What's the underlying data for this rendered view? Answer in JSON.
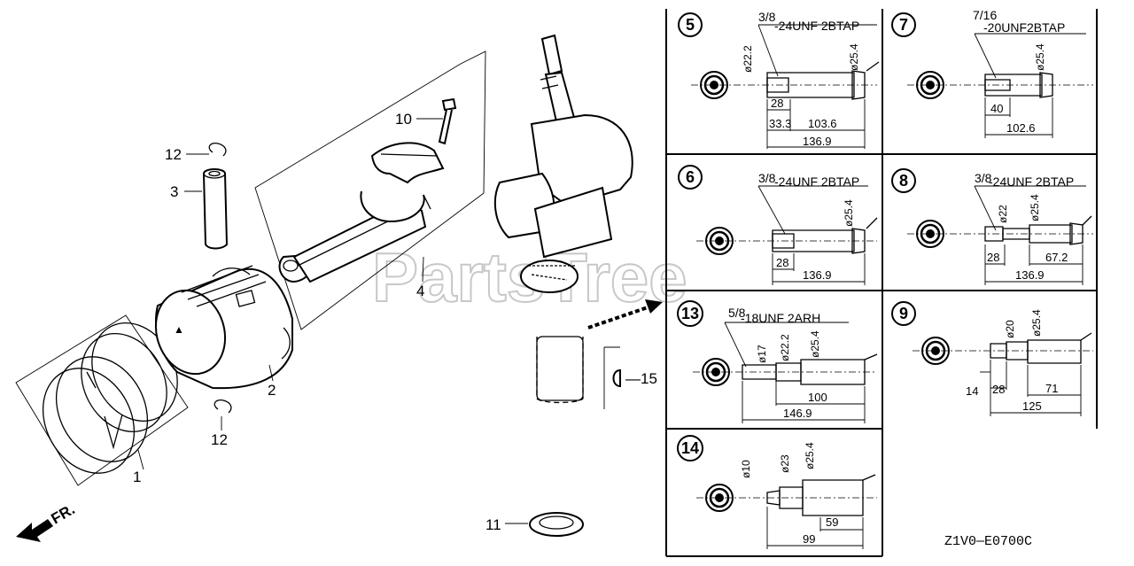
{
  "watermark": "PartsTree",
  "diagram_code": "Z1V0—E0700C",
  "front_indicator": "FR.",
  "callouts": {
    "c1": "1",
    "c2": "2",
    "c3": "3",
    "c4": "4",
    "c10": "10",
    "c11": "11",
    "c12a": "12",
    "c12b": "12",
    "c15": "—15"
  },
  "variants": {
    "v5": {
      "num": "5",
      "thread_frac": "3/8",
      "thread": "-24UNF 2BTAP",
      "d1": "ø22.2",
      "d2": "ø25.4",
      "l1": "28",
      "l2": "33.3",
      "l3": "103.6",
      "l4": "136.9"
    },
    "v7": {
      "num": "7",
      "thread_frac": "7/16",
      "thread": "-20UNF2BTAP",
      "d2": "ø25.4",
      "l1": "40",
      "l3": "102.6"
    },
    "v6": {
      "num": "6",
      "thread_frac": "3/8",
      "thread": "-24UNF 2BTAP",
      "d2": "ø25.4",
      "l1": "28",
      "l4": "136.9"
    },
    "v8": {
      "num": "8",
      "thread_frac": "3/8",
      "thread": "-24UNF 2BTAP",
      "d1": "ø22",
      "d2": "ø25.4",
      "l1": "28",
      "l3": "67.2",
      "l4": "136.9"
    },
    "v13": {
      "num": "13",
      "thread_frac": "5/8",
      "thread": "-18UNF 2ARH",
      "d0": "ø17",
      "d1": "ø22.2",
      "d2": "ø25.4",
      "l3": "100",
      "l4": "146.9"
    },
    "v9": {
      "num": "9",
      "d1": "ø20",
      "d2": "ø25.4",
      "l0": "14",
      "l1": "28",
      "l3": "71",
      "l4": "125"
    },
    "v14": {
      "num": "14",
      "d0": "ø10",
      "d1": "ø23",
      "d2": "ø25.4",
      "l3": "59",
      "l4": "99"
    }
  }
}
